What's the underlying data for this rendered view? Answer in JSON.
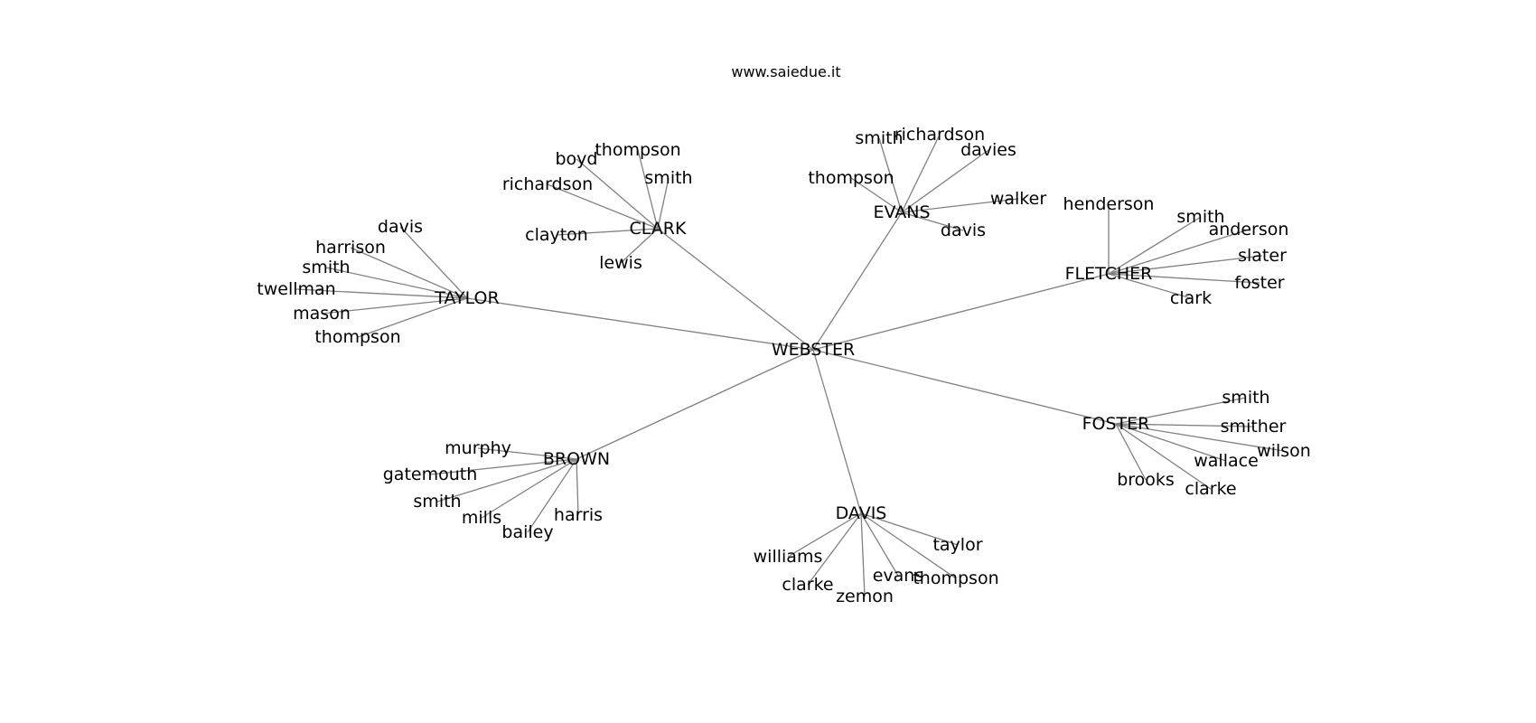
{
  "caption": "www.saiedue.it",
  "colors": {
    "edge": "#808080",
    "text": "#000000",
    "background": "#ffffff"
  },
  "graph": {
    "root": "WEBSTER",
    "groups": [
      {
        "name": "TAYLOR",
        "members": [
          "davis",
          "harrison",
          "smith",
          "twellman",
          "mason",
          "thompson"
        ]
      },
      {
        "name": "CLARK",
        "members": [
          "boyd",
          "thompson",
          "smith",
          "richardson",
          "clayton",
          "lewis"
        ]
      },
      {
        "name": "EVANS",
        "members": [
          "smith",
          "richardson",
          "davies",
          "thompson",
          "walker",
          "davis"
        ]
      },
      {
        "name": "FLETCHER",
        "members": [
          "henderson",
          "smith",
          "anderson",
          "slater",
          "foster",
          "clark"
        ]
      },
      {
        "name": "FOSTER",
        "members": [
          "smith",
          "smither",
          "wilson",
          "wallace",
          "brooks",
          "clarke"
        ]
      },
      {
        "name": "DAVIS",
        "members": [
          "taylor",
          "williams",
          "evans",
          "thompson",
          "clarke",
          "zemon"
        ]
      },
      {
        "name": "BROWN",
        "members": [
          "murphy",
          "gatemouth",
          "smith",
          "mills",
          "harris",
          "bailey"
        ]
      }
    ]
  }
}
